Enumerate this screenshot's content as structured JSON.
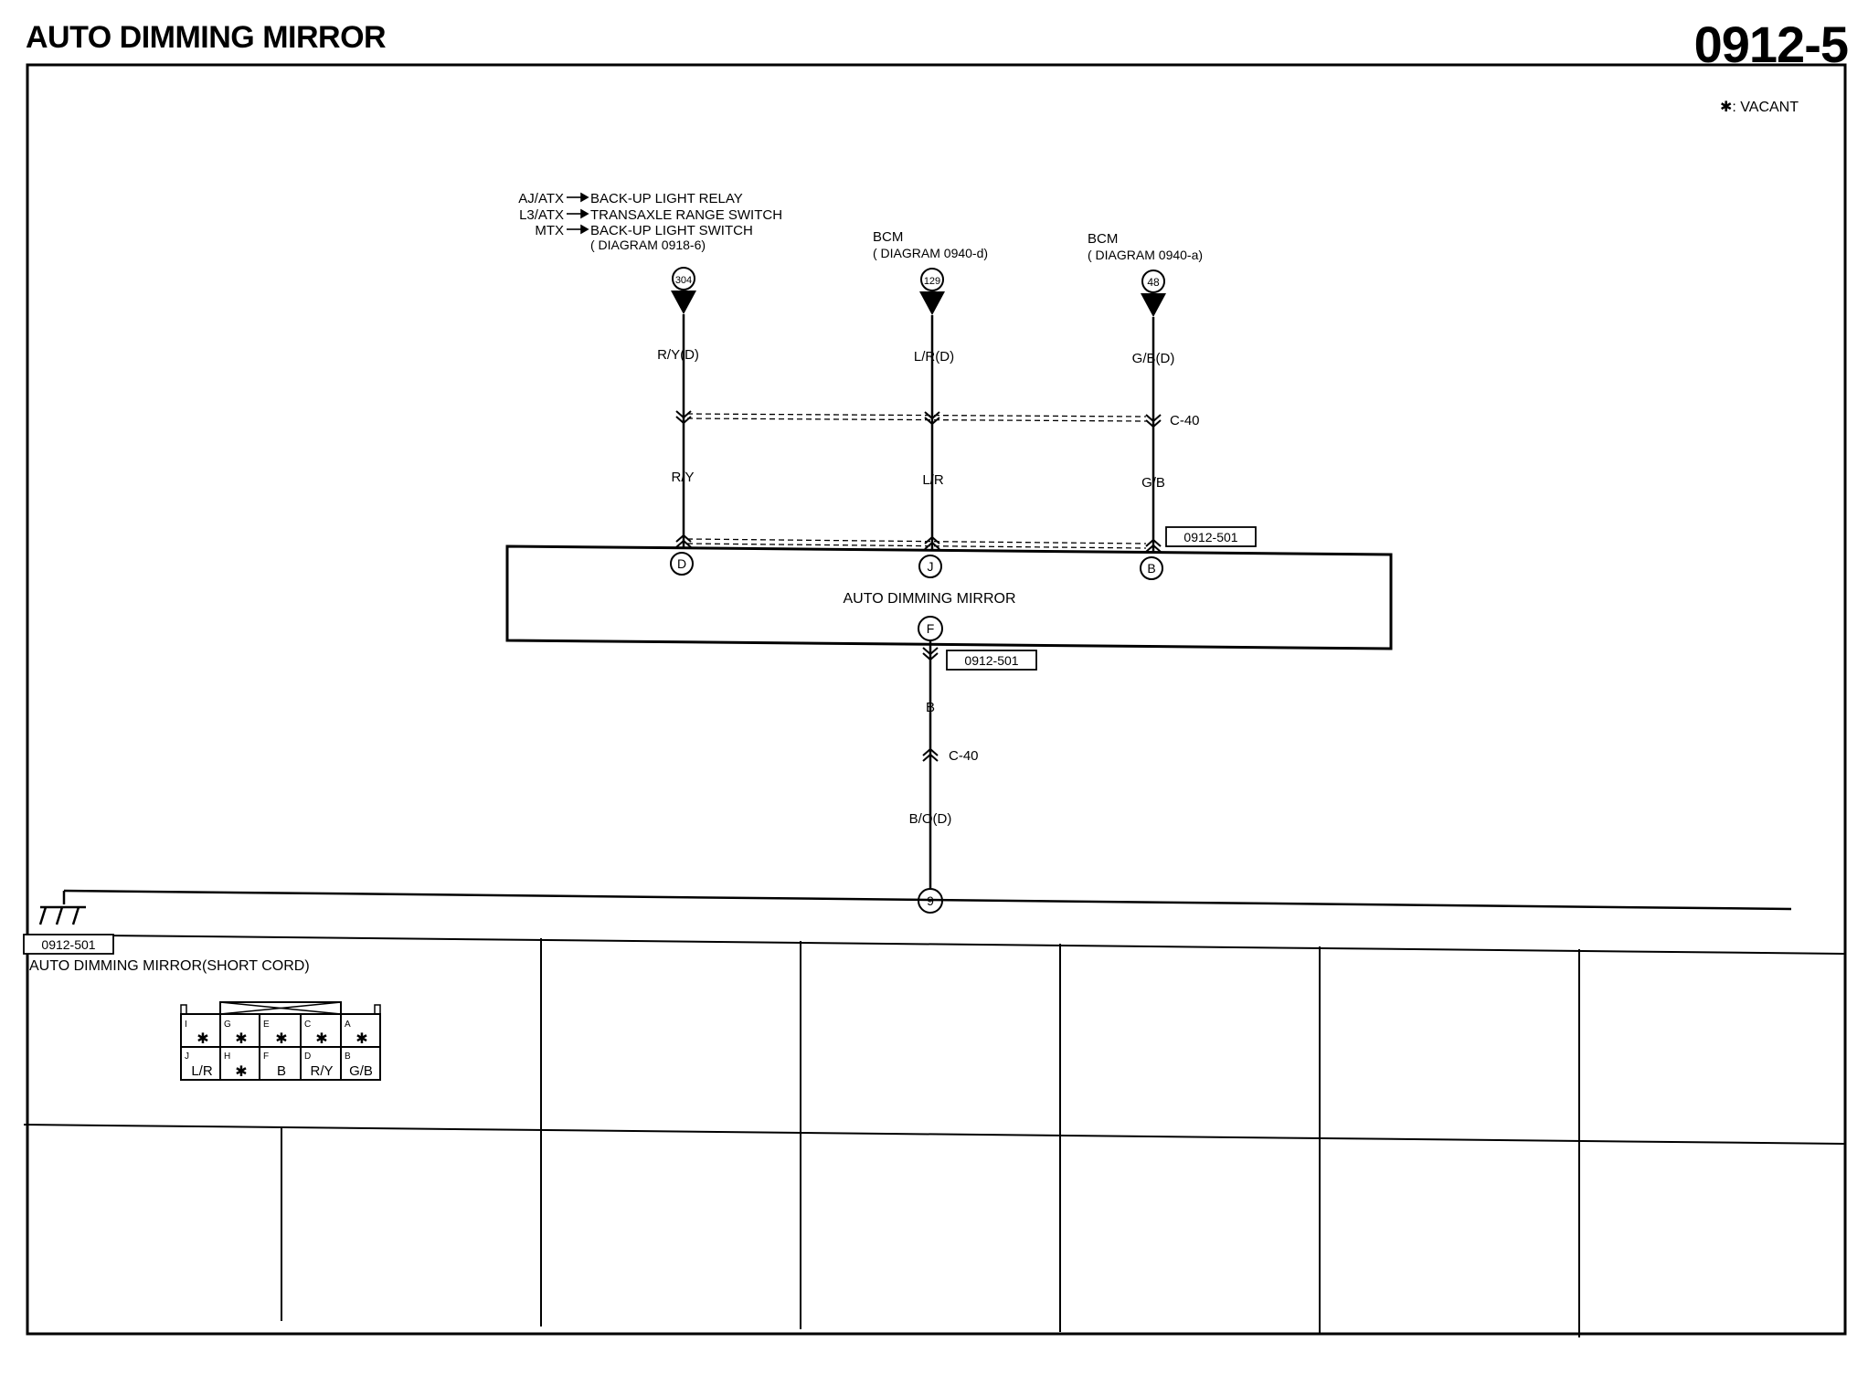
{
  "header": {
    "title": "AUTO DIMMING MIRROR",
    "page_number": "0912-5"
  },
  "legend": {
    "vacant": "✱: VACANT"
  },
  "sources": {
    "left": {
      "line1_prefix": "AJ/ATX",
      "line1_text": "BACK-UP LIGHT RELAY",
      "line2_prefix": "L3/ATX",
      "line2_text": "TRANSAXLE RANGE SWITCH",
      "line3_prefix": "MTX",
      "line3_text": "BACK-UP LIGHT SWITCH",
      "line4_text": "( DIAGRAM 0918-6)"
    },
    "middle": {
      "line1": "BCM",
      "line2": "( DIAGRAM 0940-d)"
    },
    "right": {
      "line1": "BCM",
      "line2": "( DIAGRAM 0940-a)"
    }
  },
  "circuits": {
    "c304": "304",
    "c129": "129",
    "c48": "48",
    "ground": "9"
  },
  "wires": {
    "w1_upper": "R/Y(D)",
    "w1_lower": "R/Y",
    "w2_upper": "L/R(D)",
    "w2_lower": "L/R",
    "w3_upper": "G/B(D)",
    "w3_lower": "G/B",
    "ground_upper": "B",
    "ground_lower": "B/O(D)"
  },
  "connectors": {
    "c40_top": "C-40",
    "c40_bottom": "C-40",
    "ref_top": "0912-501",
    "ref_bottom": "0912-501"
  },
  "component": {
    "name": "AUTO DIMMING MIRROR",
    "pin_d": "D",
    "pin_j": "J",
    "pin_b": "B",
    "pin_f": "F"
  },
  "connector_view": {
    "ref": "0912-501",
    "title": "AUTO DIMMING MIRROR(SHORT CORD)",
    "top_row": [
      {
        "pin": "I",
        "value": "✱"
      },
      {
        "pin": "G",
        "value": "✱"
      },
      {
        "pin": "E",
        "value": "✱"
      },
      {
        "pin": "C",
        "value": "✱"
      },
      {
        "pin": "A",
        "value": "✱"
      }
    ],
    "bottom_row": [
      {
        "pin": "J",
        "value": "L/R"
      },
      {
        "pin": "H",
        "value": "✱"
      },
      {
        "pin": "F",
        "value": "B"
      },
      {
        "pin": "D",
        "value": "R/Y"
      },
      {
        "pin": "B",
        "value": "G/B"
      }
    ]
  }
}
